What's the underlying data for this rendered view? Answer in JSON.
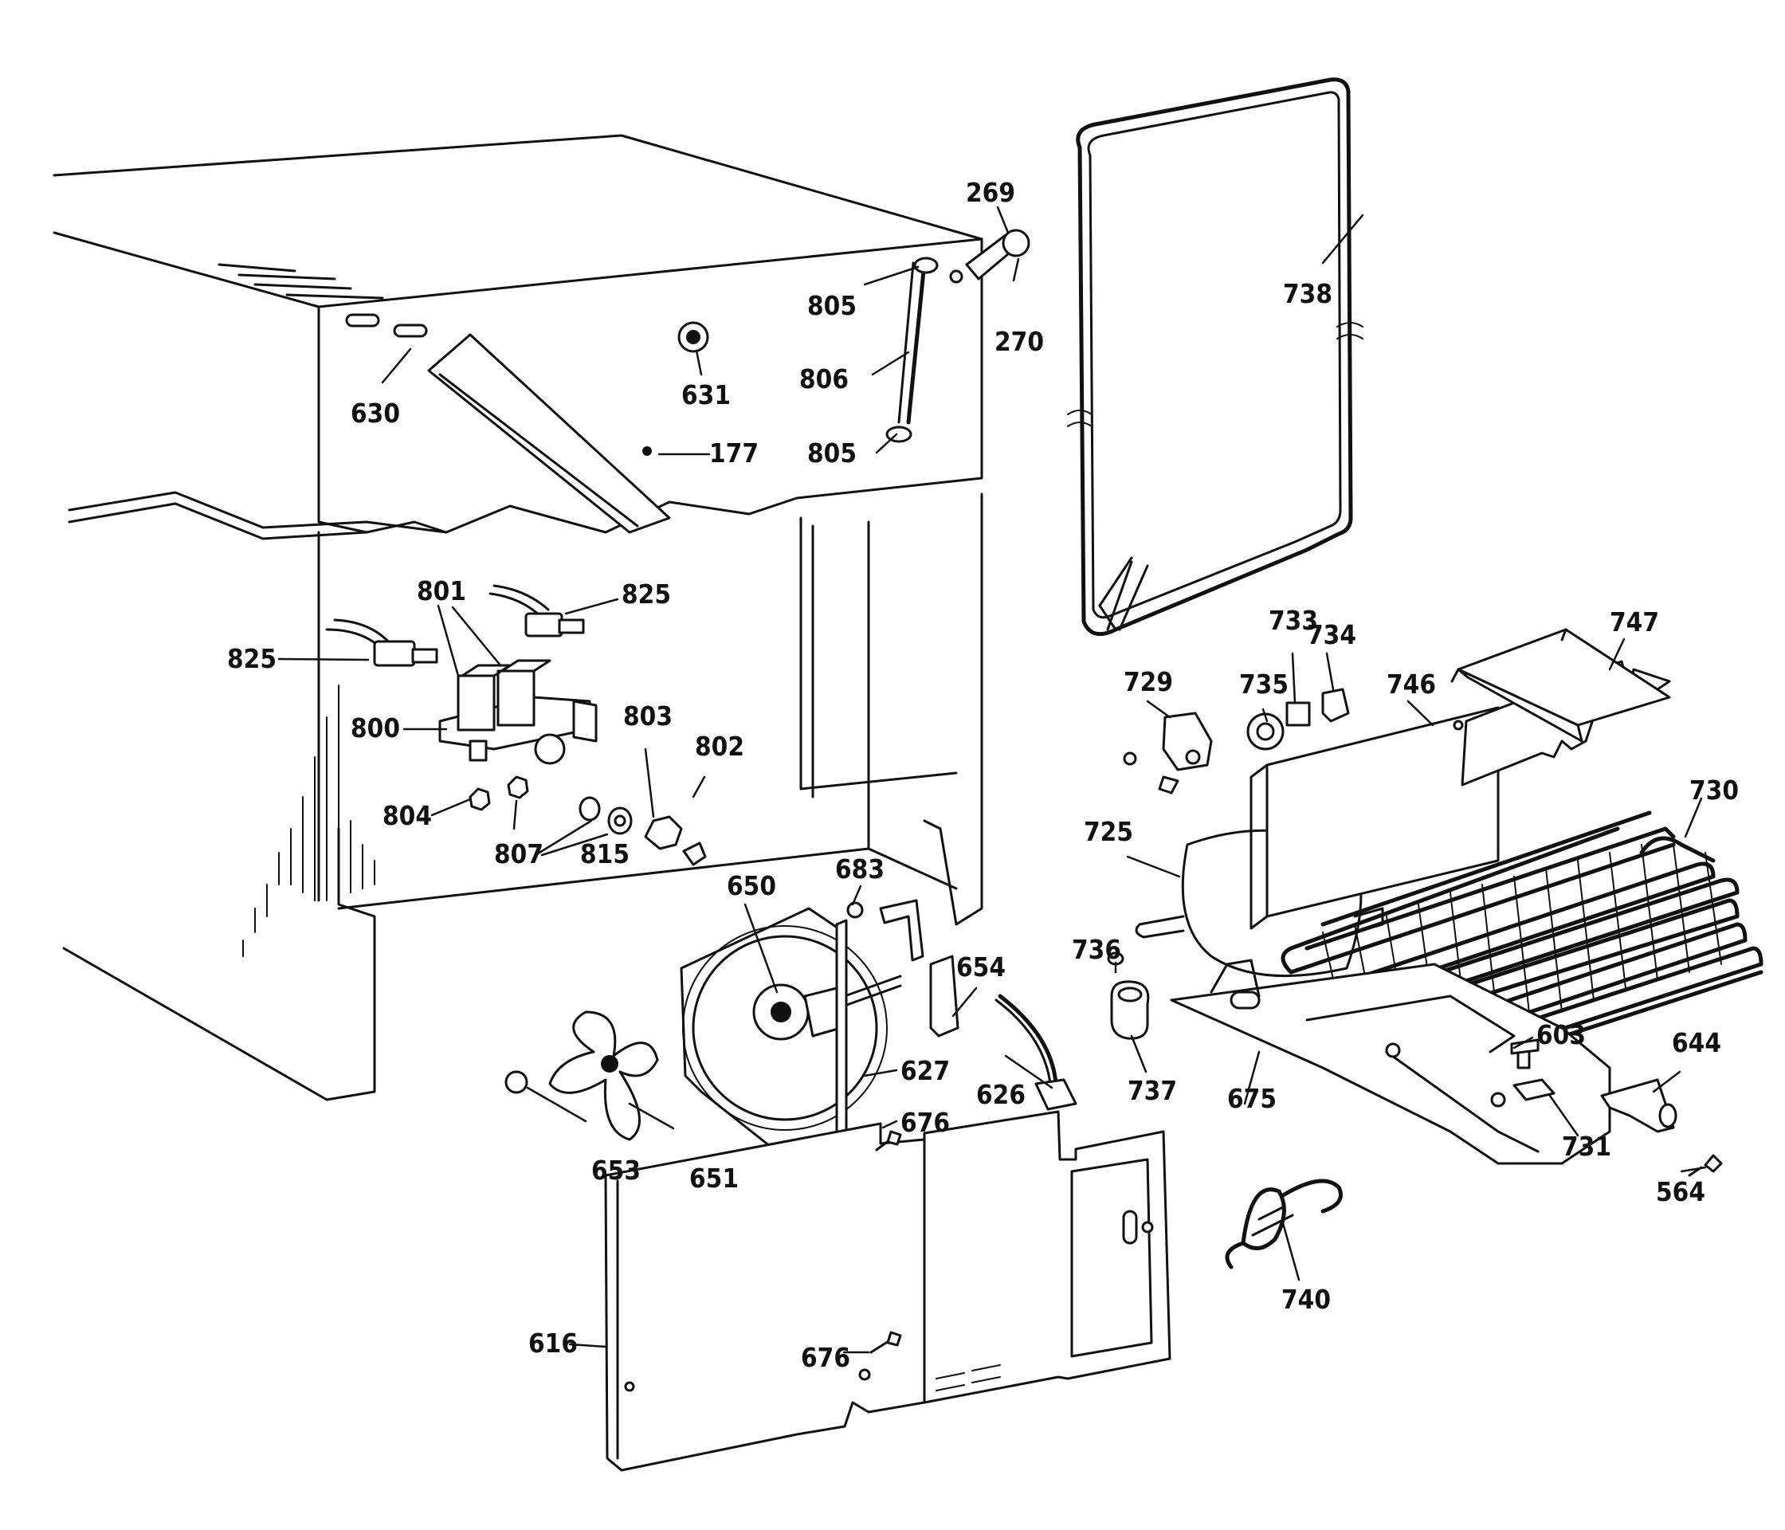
{
  "diagram": {
    "callouts": [
      {
        "id": "c269",
        "text": "269"
      },
      {
        "id": "c270",
        "text": "270"
      },
      {
        "id": "c805a",
        "text": "805"
      },
      {
        "id": "c806",
        "text": "806"
      },
      {
        "id": "c805b",
        "text": "805"
      },
      {
        "id": "c630",
        "text": "630"
      },
      {
        "id": "c631",
        "text": "631"
      },
      {
        "id": "c177",
        "text": "177"
      },
      {
        "id": "c738",
        "text": "738"
      },
      {
        "id": "c801",
        "text": "801"
      },
      {
        "id": "c825a",
        "text": "825"
      },
      {
        "id": "c825b",
        "text": "825"
      },
      {
        "id": "c800",
        "text": "800"
      },
      {
        "id": "c804",
        "text": "804"
      },
      {
        "id": "c807",
        "text": "807"
      },
      {
        "id": "c815",
        "text": "815"
      },
      {
        "id": "c803",
        "text": "803"
      },
      {
        "id": "c802",
        "text": "802"
      },
      {
        "id": "c683",
        "text": "683"
      },
      {
        "id": "c650",
        "text": "650"
      },
      {
        "id": "c654",
        "text": "654"
      },
      {
        "id": "c627",
        "text": "627"
      },
      {
        "id": "c626",
        "text": "626"
      },
      {
        "id": "c676a",
        "text": "676"
      },
      {
        "id": "c653",
        "text": "653"
      },
      {
        "id": "c651",
        "text": "651"
      },
      {
        "id": "c616",
        "text": "616"
      },
      {
        "id": "c676b",
        "text": "676"
      },
      {
        "id": "c729",
        "text": "729"
      },
      {
        "id": "c735",
        "text": "735"
      },
      {
        "id": "c733",
        "text": "733"
      },
      {
        "id": "c734",
        "text": "734"
      },
      {
        "id": "c746",
        "text": "746"
      },
      {
        "id": "c747",
        "text": "747"
      },
      {
        "id": "c730",
        "text": "730"
      },
      {
        "id": "c725",
        "text": "725"
      },
      {
        "id": "c736",
        "text": "736"
      },
      {
        "id": "c737",
        "text": "737"
      },
      {
        "id": "c675",
        "text": "675"
      },
      {
        "id": "c603",
        "text": "603"
      },
      {
        "id": "c644",
        "text": "644"
      },
      {
        "id": "c731",
        "text": "731"
      },
      {
        "id": "c564",
        "text": "564"
      },
      {
        "id": "c740",
        "text": "740"
      }
    ]
  }
}
